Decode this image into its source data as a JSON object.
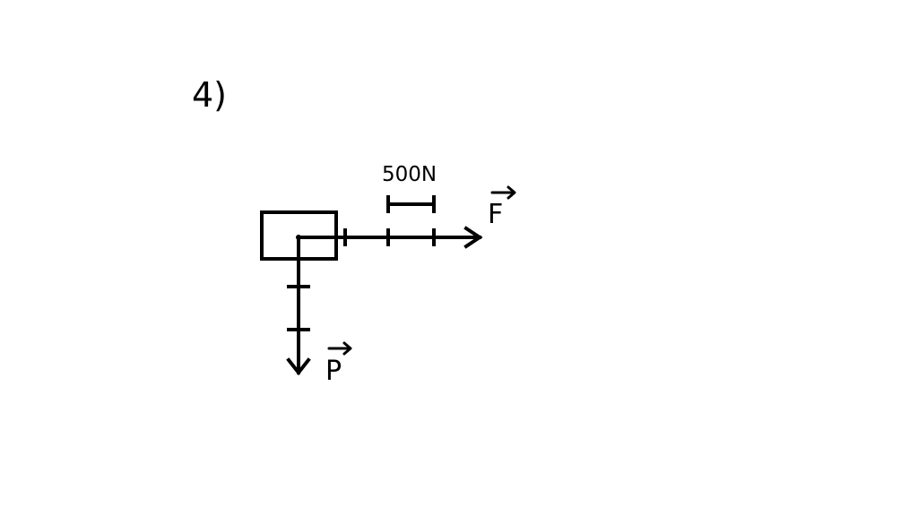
{
  "problem_number": "4)",
  "scale_label": "500N",
  "force_vectors": [
    {
      "symbol": "F",
      "direction": "right",
      "length_in_scale_units": 4
    },
    {
      "symbol": "P",
      "direction": "down",
      "length_in_scale_units": 3
    }
  ],
  "colors": {
    "ink": "#000000",
    "background": "#ffffff"
  }
}
